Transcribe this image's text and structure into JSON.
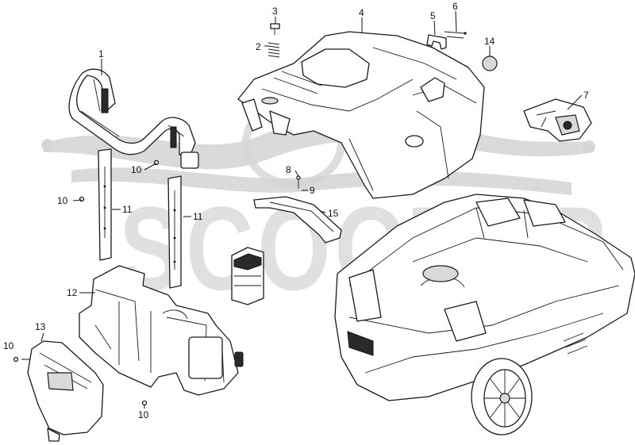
{
  "watermark": {
    "text": "SCOOTER"
  },
  "callouts": [
    {
      "id": "c1",
      "label": "1"
    },
    {
      "id": "c2",
      "label": "2"
    },
    {
      "id": "c3",
      "label": "3"
    },
    {
      "id": "c4",
      "label": "4"
    },
    {
      "id": "c5",
      "label": "5"
    },
    {
      "id": "c6",
      "label": "6"
    },
    {
      "id": "c7",
      "label": "7"
    },
    {
      "id": "c8",
      "label": "8"
    },
    {
      "id": "c9",
      "label": "9"
    },
    {
      "id": "c10a",
      "label": "10"
    },
    {
      "id": "c10b",
      "label": "10"
    },
    {
      "id": "c10c",
      "label": "10"
    },
    {
      "id": "c10d",
      "label": "10"
    },
    {
      "id": "c11a",
      "label": "11"
    },
    {
      "id": "c11b",
      "label": "11"
    },
    {
      "id": "c12",
      "label": "12"
    },
    {
      "id": "c13",
      "label": "13"
    },
    {
      "id": "c14",
      "label": "14"
    },
    {
      "id": "c15",
      "label": "15"
    }
  ]
}
